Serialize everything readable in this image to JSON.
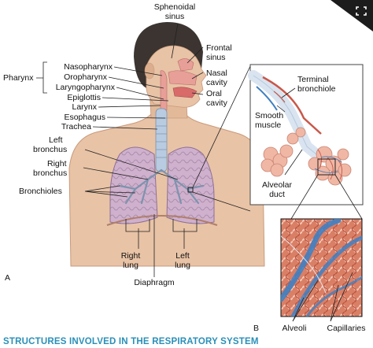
{
  "labels": {
    "sphenoidal_sinus": [
      "Sphenoidal",
      "sinus"
    ],
    "frontal_sinus": [
      "Frontal",
      "sinus"
    ],
    "nasal_cavity": [
      "Nasal",
      "cavity"
    ],
    "oral_cavity": [
      "Oral",
      "cavity"
    ],
    "pharynx": "Pharynx",
    "nasopharynx": "Nasopharynx",
    "oropharynx": "Oropharynx",
    "laryngopharynx": "Laryngopharynx",
    "epiglottis": "Epiglottis",
    "larynx": "Larynx",
    "esophagus": "Esophagus",
    "trachea": "Trachea",
    "left_bronchus": [
      "Left",
      "bronchus"
    ],
    "right_bronchus": [
      "Right",
      "bronchus"
    ],
    "bronchioles": "Bronchioles",
    "right_lung": [
      "Right",
      "lung"
    ],
    "left_lung": [
      "Left",
      "lung"
    ],
    "diaphragm": "Diaphragm",
    "terminal_bronchiole": [
      "Terminal",
      "bronchiole"
    ],
    "smooth_muscle": [
      "Smooth",
      "muscle"
    ],
    "alveolar_duct": [
      "Alveolar",
      "duct"
    ],
    "alveoli": "Alveoli",
    "capillaries": "Capillaries",
    "panel_a": "A",
    "panel_b": "B"
  },
  "caption": "STRUCTURES INVOLVED IN THE RESPIRATORY SYSTEM",
  "icons": {
    "fullscreen": "expand-icon"
  },
  "colors": {
    "caption": "#2a8fb8",
    "skin": "#e8c3a6",
    "lung": "#c9a6c6",
    "hair": "#3b3430",
    "artery": "#c9574a",
    "vein": "#3f7fc2",
    "alveoli": "#f0b7a4"
  }
}
